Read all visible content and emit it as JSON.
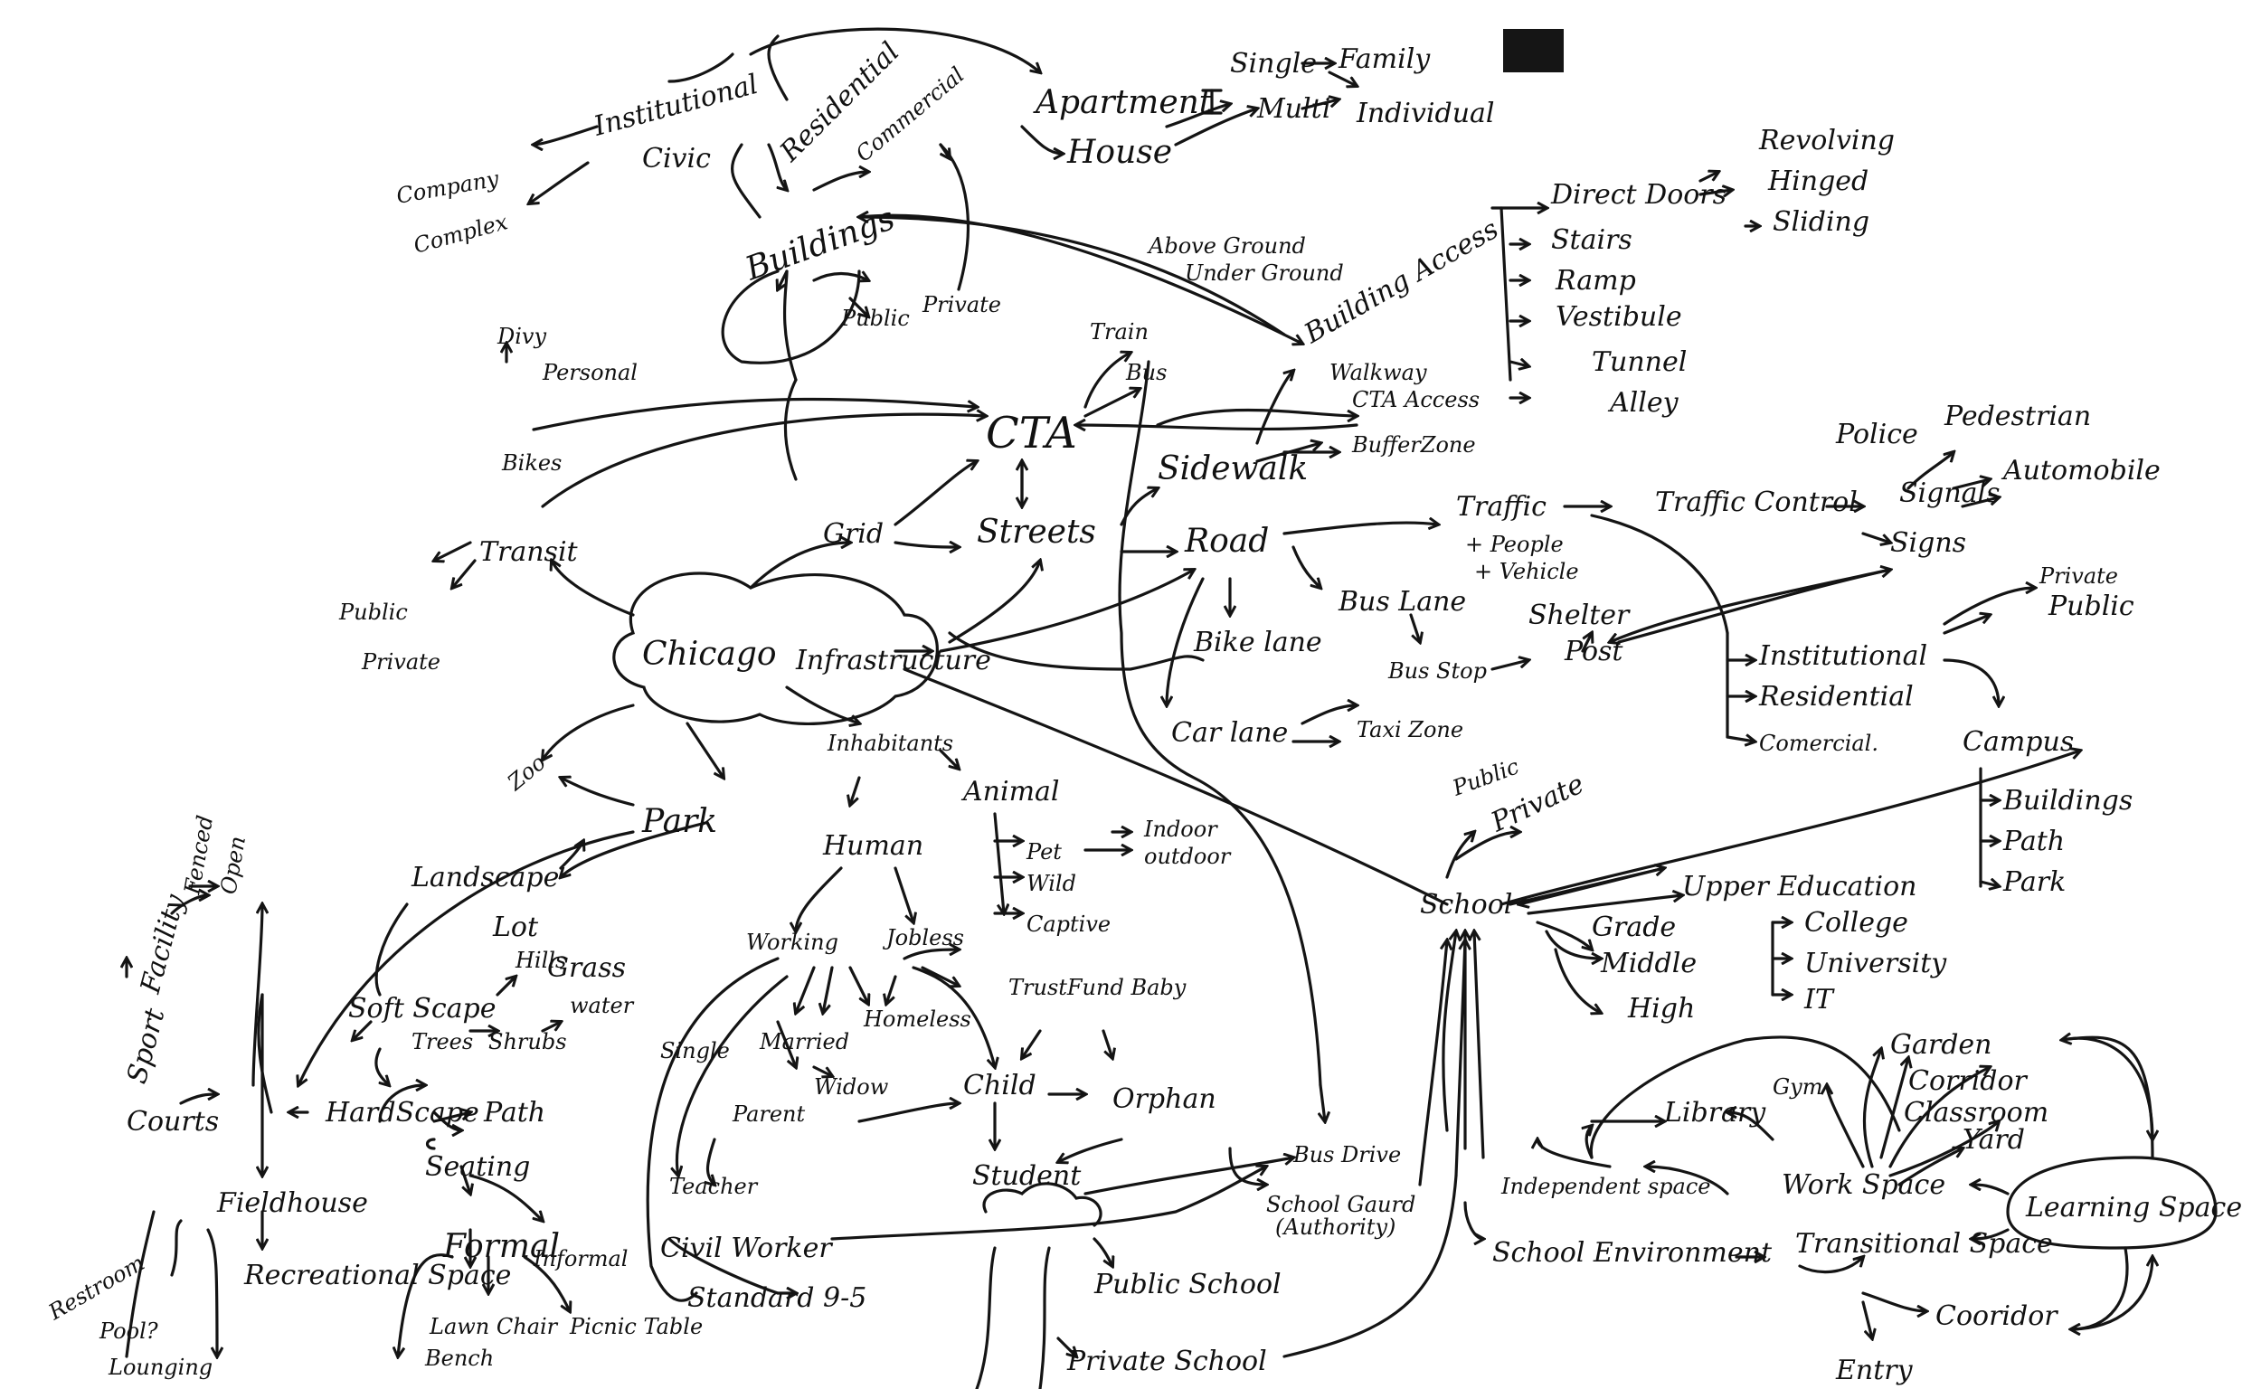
{
  "diagram": {
    "nodes": {
      "chicago": "Chicago",
      "infrastructure": "Infrastructure",
      "grid": "Grid",
      "transit": "Transit",
      "transit_public": "Public",
      "transit_private": "Private",
      "bikes": "Bikes",
      "bikes_divy": "Divy",
      "bikes_personal": "Personal",
      "cta": "CTA",
      "cta_train": "Train",
      "cta_bus": "Bus",
      "above_ground": "Above Ground",
      "under_ground": "Under Ground",
      "streets": "Streets",
      "sidewalk": "Sidewalk",
      "walkway": "Walkway",
      "cta_access": "CTA Access",
      "buffer_zone": "BufferZone",
      "road": "Road",
      "bike_lane": "Bike lane",
      "bus_lane": "Bus Lane",
      "bus_stop": "Bus Stop",
      "shelter": "Shelter",
      "post": "Post",
      "car_lane": "Car lane",
      "taxi_zone": "Taxi Zone",
      "traffic": "Traffic",
      "traffic_people": "+ People",
      "traffic_vehicle": "+ Vehicle",
      "traffic_control": "Traffic Control",
      "police": "Police",
      "signals": "Signals",
      "pedestrian": "Pedestrian",
      "automobile": "Automobile",
      "signs": "Signs",
      "institutional_r": "Institutional",
      "residential_r": "Residential",
      "commercial_r": "Comercial.",
      "private_r": "Private",
      "public_r": "Public",
      "campus": "Campus",
      "campus_buildings": "Buildings",
      "campus_path": "Path",
      "campus_park": "Park",
      "building_access": "Building Access",
      "direct_doors": "Direct Doors",
      "revolving": "Revolving",
      "hinged": "Hinged",
      "sliding": "Sliding",
      "stairs": "Stairs",
      "ramp": "Ramp",
      "vestibule": "Vestibule",
      "tunnel": "Tunnel",
      "alley": "Alley",
      "institutional": "Institutional",
      "civic": "Civic",
      "company": "Company",
      "complex": "Complex",
      "residential": "Residential",
      "commercial": "Commercial",
      "buildings": "Buildings",
      "public_b": "Public",
      "private_b": "Private",
      "apartment": "Apartment",
      "house": "House",
      "single": "Single",
      "multi": "Multi",
      "family": "Family",
      "individual": "Individual",
      "park": "Park",
      "zoo": "Zoo",
      "landscape": "Landscape",
      "lot": "Lot",
      "hills": "Hills",
      "grass": "Grass",
      "water": "water",
      "softscape": "Soft Scape",
      "trees": "Trees",
      "shrubs": "Shrubs",
      "hardscape": "HardScape",
      "path": "Path",
      "seating": "Seating",
      "formal": "Formal",
      "informal": "Informal",
      "lawn_chair": "Lawn Chair",
      "bench": "Bench",
      "picnic_table": "Picnic Table",
      "courts": "Courts",
      "sport": "Sport",
      "facility": "Facility",
      "fenced": "Fenced",
      "open": "Open",
      "fieldhouse": "Fieldhouse",
      "recreational_space": "Recreational Space",
      "restroom": "Restroom",
      "pool": "Pool?",
      "lounging": "Lounging",
      "inhabitants": "Inhabitants",
      "human": "Human",
      "animal": "Animal",
      "pet": "Pet",
      "wild": "Wild",
      "captive": "Captive",
      "indoor": "Indoor",
      "outdoor": "outdoor",
      "working": "Working",
      "jobless": "Jobless",
      "single_h": "Single",
      "married": "Married",
      "homeless": "Homeless",
      "trustfund_baby": "TrustFund Baby",
      "widow": "Widow",
      "parent": "Parent",
      "child": "Child",
      "orphan": "Orphan",
      "teacher": "Teacher",
      "civil_worker": "Civil Worker",
      "standard_9_5": "Standard 9-5",
      "student": "Student",
      "public_school": "Public School",
      "private_school": "Private School",
      "bus_drive": "Bus Drive",
      "school_guard": "School Gaurd",
      "authority": "(Authority)",
      "school": "School",
      "school_public": "Public",
      "school_private": "Private",
      "upper_education": "Upper Education",
      "college": "College",
      "university": "University",
      "it": "IT",
      "grade": "Grade",
      "middle": "Middle",
      "high": "High",
      "school_environment": "School Environment",
      "independent_space": "Independent space",
      "library": "Library",
      "gym": "Gym",
      "garden": "Garden",
      "corridor": "Corridor",
      "classroom": "Classroom",
      "yard": "Yard",
      "work_space": "Work Space",
      "learning_space": "Learning Space",
      "transitional_space": "Transitional Space",
      "coridor": "Cooridor",
      "entry": "Entry"
    }
  }
}
